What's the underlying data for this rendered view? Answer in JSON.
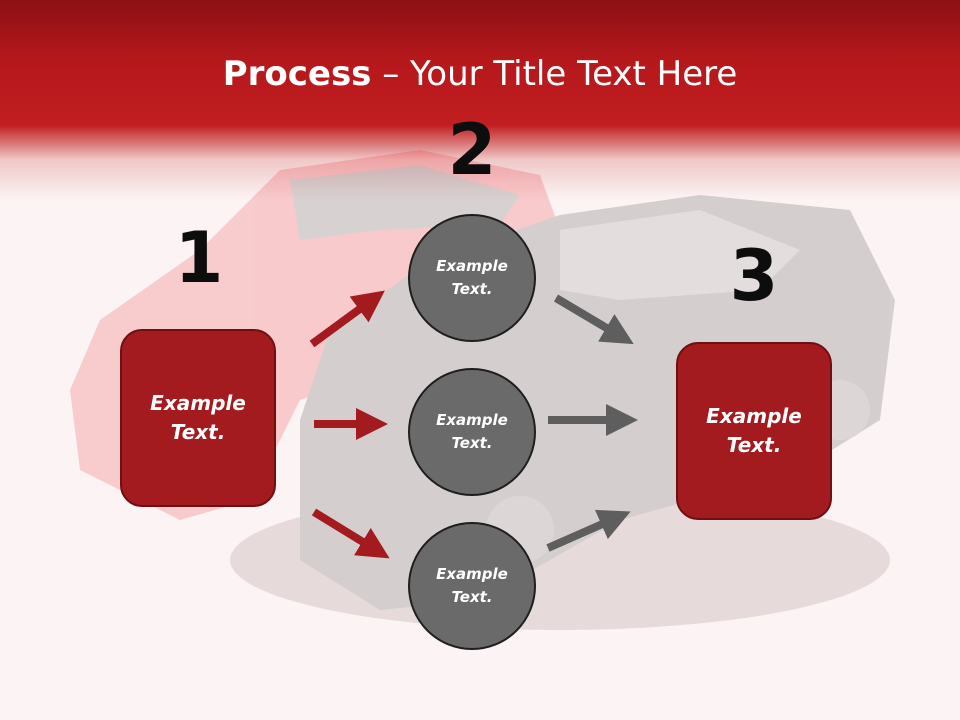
{
  "slide": {
    "title_bold": "Process",
    "title_rest": " – Your Title Text Here",
    "steps": [
      "1",
      "2",
      "3"
    ],
    "left_box": {
      "line1": "Example",
      "line2": "Text."
    },
    "right_box": {
      "line1": "Example",
      "line2": "Text."
    },
    "circles": [
      {
        "line1": "Example",
        "line2": "Text."
      },
      {
        "line1": "Example",
        "line2": "Text."
      },
      {
        "line1": "Example",
        "line2": "Text."
      }
    ]
  },
  "colors": {
    "accent_red": "#a31a1f",
    "circle_gray": "#6a6a6a",
    "arrow_gray": "#5e5e5e",
    "header_red": "#b5181b"
  }
}
